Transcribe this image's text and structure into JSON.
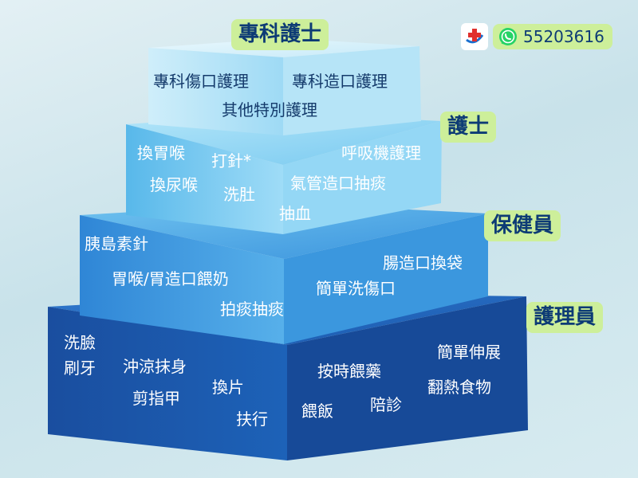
{
  "colors": {
    "tag_bg": "#cdef9a",
    "tag_text": "#0d3b75",
    "tier1_top": "#d6f0fb",
    "tier2_front": "#8fd3f4",
    "tier3_front": "#3f9be0",
    "tier4_front": "#14479c"
  },
  "contact": {
    "logo_icon": "clinic-cross-icon",
    "whatsapp_icon": "whatsapp-icon",
    "phone": "55203616"
  },
  "tiers": [
    {
      "title": "專科護士",
      "services": [
        "專科傷口護理",
        "專科造口護理",
        "其他特別護理"
      ]
    },
    {
      "title": "護士",
      "services": [
        "換胃喉",
        "打針*",
        "呼吸機護理",
        "換尿喉",
        "洗肚",
        "氣管造口抽痰",
        "抽血"
      ]
    },
    {
      "title": "保健員",
      "services": [
        "胰島素針",
        "腸造口換袋",
        "胃喉/胃造口餵奶",
        "簡單洗傷口",
        "拍痰抽痰"
      ]
    },
    {
      "title": "護理員",
      "services": [
        "洗臉",
        "刷牙",
        "簡單伸展",
        "沖涼抹身",
        "按時餵藥",
        "換片",
        "翻熱食物",
        "剪指甲",
        "陪診",
        "餵飯",
        "扶行"
      ]
    }
  ]
}
